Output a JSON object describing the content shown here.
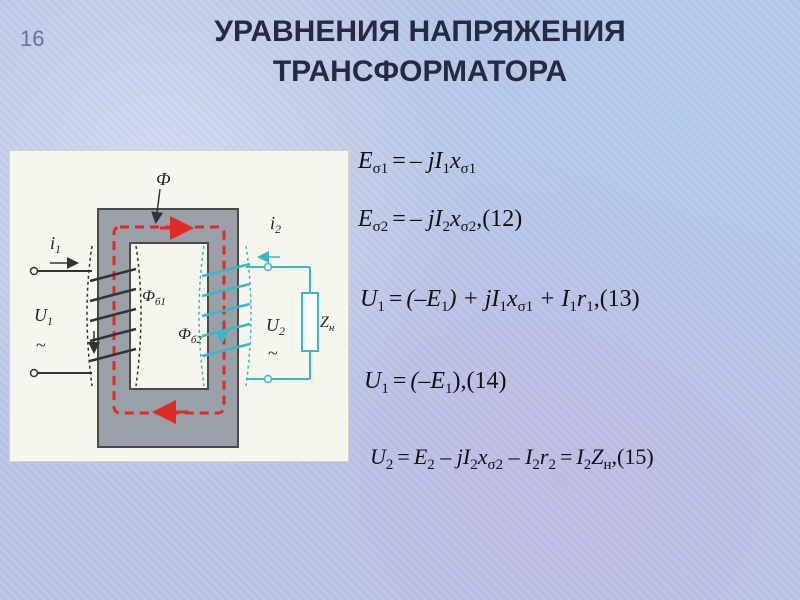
{
  "slide": {
    "number": "16",
    "title_line1": "УРАВНЕНИЯ НАПРЯЖЕНИЯ",
    "title_line2": "ТРАНСФОРМАТОРА"
  },
  "diagram": {
    "flux_label": "Ф",
    "i1_label": "i",
    "i1_sub": "1",
    "u1_label": "U",
    "u1_sub": "1",
    "tilde": "~",
    "leak1_label": "Ф",
    "leak1_sub": "б1",
    "leak2_label": "Ф",
    "leak2_sub": "б2",
    "i2_label": "i",
    "i2_sub": "2",
    "u2_label": "U",
    "u2_sub": "2",
    "load_label": "Z",
    "load_sub": "н",
    "colors": {
      "core": "#4a4a4a",
      "flux": "#e02a2a",
      "secondary": "#39b6c9",
      "primary": "#333333"
    }
  },
  "equations": {
    "eq1": {
      "lhs": "E",
      "lhs_sub": "σ1",
      "rhs_pre": "– jI",
      "rhs_sub1": "1",
      "rhs_x": "x",
      "rhs_sub2": "σ1",
      "tag": ""
    },
    "eq2": {
      "lhs": "E",
      "lhs_sub": "σ2",
      "rhs_pre": "– jI",
      "rhs_sub1": "2",
      "rhs_x": "x",
      "rhs_sub2": "σ2",
      "tag": ",(12)"
    },
    "eq3": {
      "text_a": "U",
      "sub_a": "1",
      "text_b": "(–E",
      "sub_b": "1",
      "text_c": ") + jI",
      "sub_c": "1",
      "text_d": "x",
      "sub_d": "σ1",
      "text_e": "+ I",
      "sub_e": "1",
      "text_f": "r",
      "sub_f": "1",
      "tag": ",(13)"
    },
    "eq4": {
      "text_a": "U",
      "sub_a": "1",
      "text_b": "(–E",
      "sub_b": "1",
      "tag": "),(14)"
    },
    "eq5": {
      "text_a": "U",
      "sub_a": "2",
      "text_b": "E",
      "sub_b": "2",
      "text_c": "– jI",
      "sub_c": "2",
      "text_d": "x",
      "sub_d": "σ2",
      "text_e": "– I",
      "sub_e": "2",
      "text_f": "r",
      "sub_f": "2",
      "text_g": "I",
      "sub_g": "2",
      "text_h": "Z",
      "sub_h": "н",
      "tag": ",(15)"
    }
  }
}
